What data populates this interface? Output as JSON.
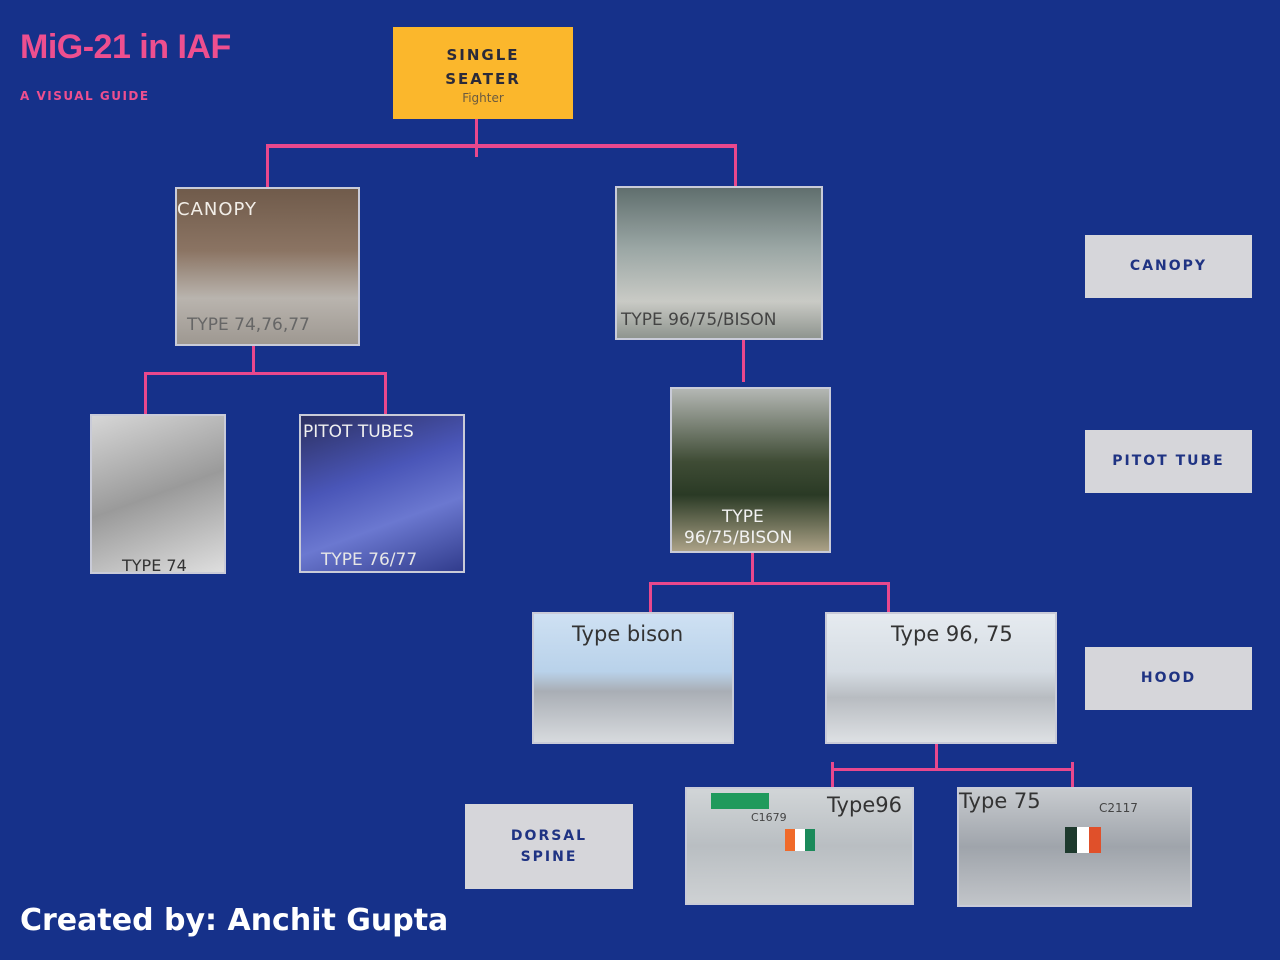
{
  "header": {
    "title": "MiG-21 in IAF",
    "subtitle": "A VISUAL GUIDE"
  },
  "root": {
    "line1": "SINGLE",
    "line2": "SEATER",
    "sub": "Fighter"
  },
  "photos": {
    "canopy_early": {
      "top": "CANOPY",
      "bottom": "TYPE 74,76,77"
    },
    "canopy_late": {
      "bottom": "TYPE 96/75/BISON"
    },
    "pitot_late": {
      "bottom_line1": "TYPE",
      "bottom_line2": "96/75/BISON"
    },
    "type74": {
      "bottom": "TYPE 74"
    },
    "pitot_tubes": {
      "top": "PITOT TUBES",
      "bottom": "TYPE 76/77"
    },
    "type_bison": {
      "top": "Type bison"
    },
    "type_96_75": {
      "top": "Type 96, 75"
    },
    "type96": {
      "top": "Type96",
      "serial": "C1679"
    },
    "type75": {
      "top": "Type 75",
      "serial": "C2117"
    }
  },
  "legend": {
    "canopy": "CANOPY",
    "pitot": "PITOT TUBE",
    "hood": "HOOD",
    "dorsal1": "DORSAL",
    "dorsal2": "SPINE"
  },
  "footer": "Created by: Anchit Gupta"
}
